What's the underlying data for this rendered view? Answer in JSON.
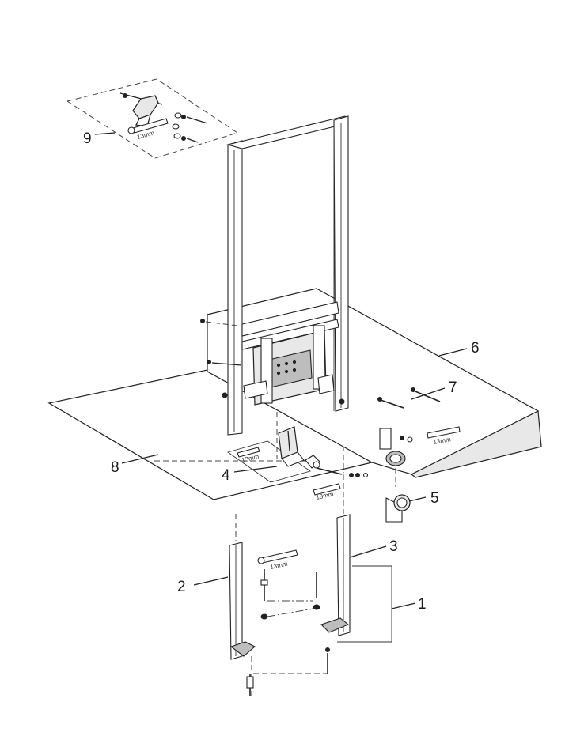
{
  "diagram": {
    "callouts": [
      {
        "id": "1",
        "label": "1"
      },
      {
        "id": "2",
        "label": "2"
      },
      {
        "id": "3",
        "label": "3"
      },
      {
        "id": "4",
        "label": "4"
      },
      {
        "id": "5",
        "label": "5"
      },
      {
        "id": "6",
        "label": "6"
      },
      {
        "id": "7",
        "label": "7"
      },
      {
        "id": "8",
        "label": "8"
      },
      {
        "id": "9",
        "label": "9"
      }
    ],
    "dimension_labels": {
      "wrench_top": "13mm",
      "wrench_plate": "13mm",
      "wrench_right": "13mm",
      "wrench_bottom": "13mm",
      "wrench_leg": "13mm"
    }
  }
}
